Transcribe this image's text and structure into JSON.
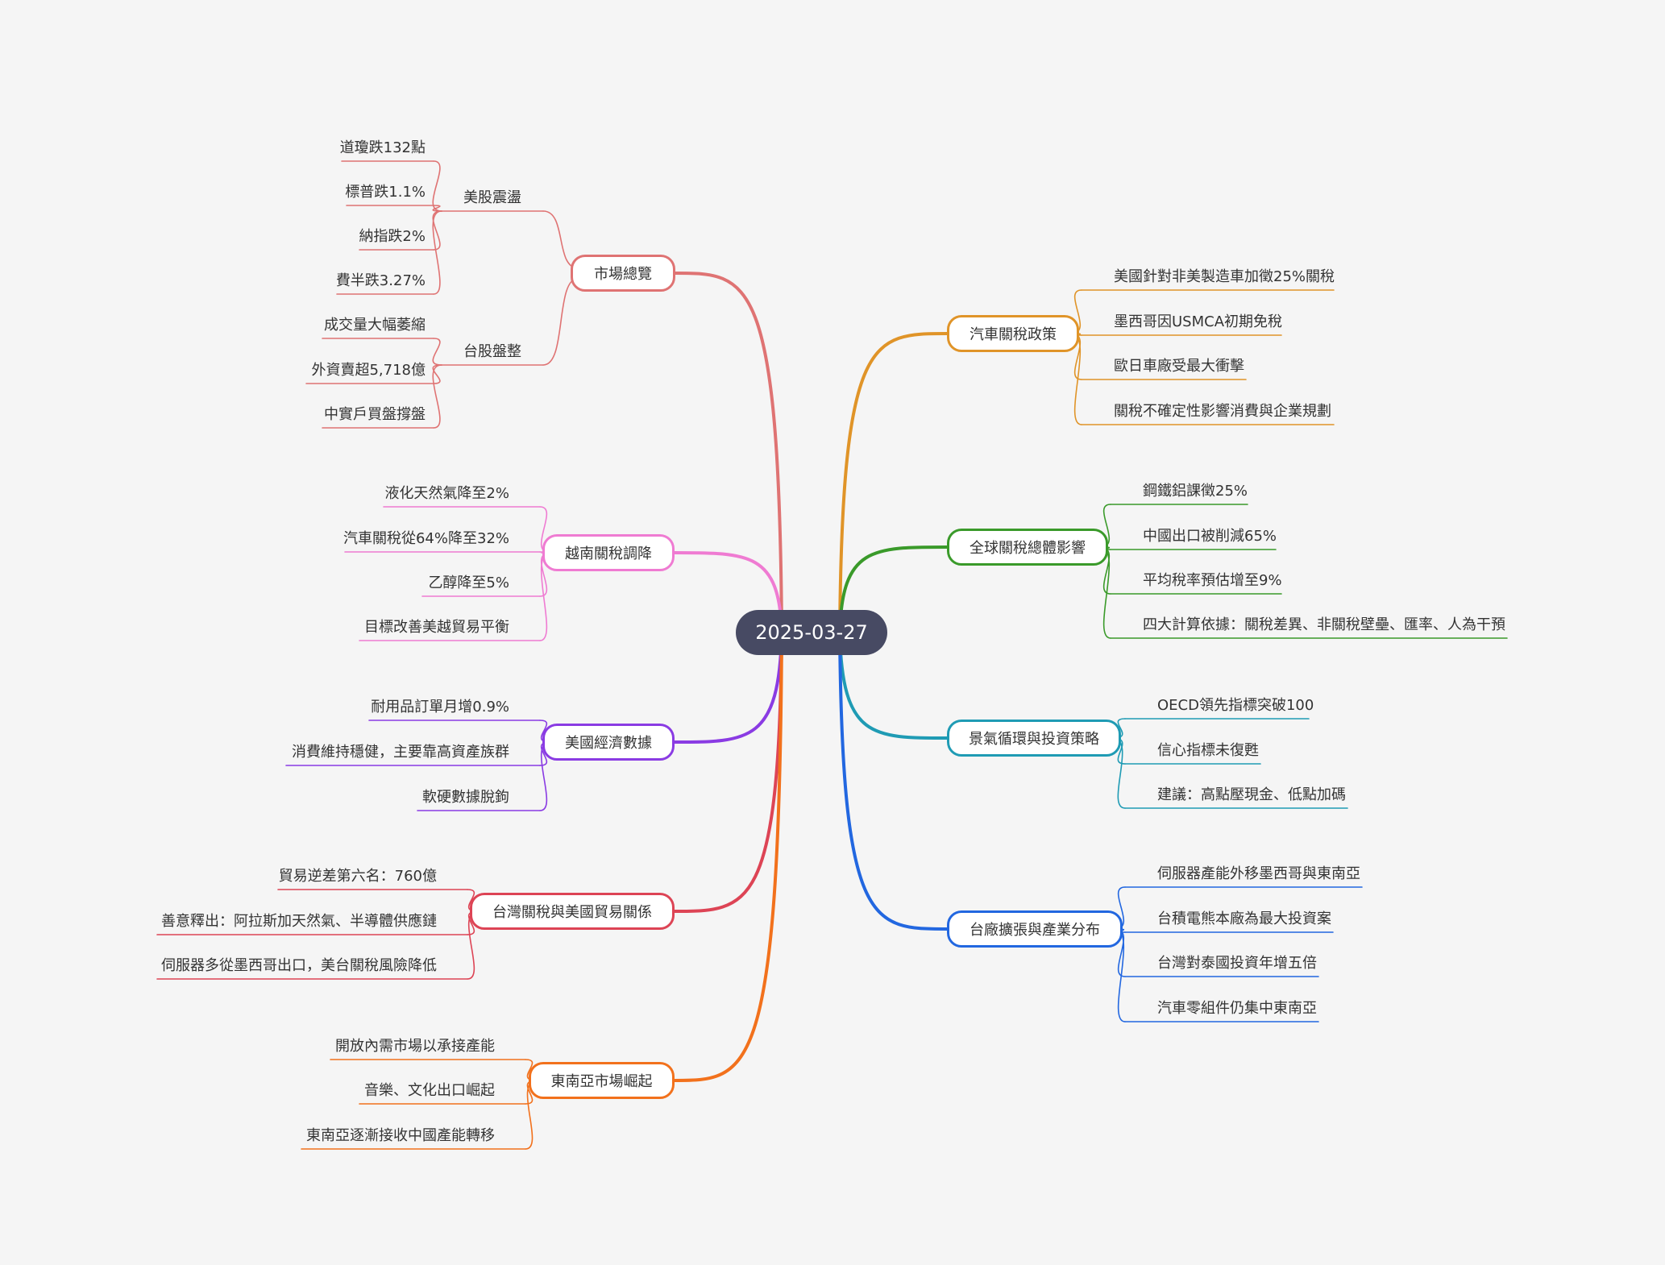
{
  "root": {
    "label": "2025-03-27"
  },
  "branches": [
    {
      "key": "b1",
      "label": "市場總覽",
      "color": "#df7373",
      "subs": [
        {
          "label": "美股震盪",
          "leaves": [
            "道瓊跌132點",
            "標普跌1.1%",
            "納指跌2%",
            "費半跌3.27%"
          ]
        },
        {
          "label": "台股盤整",
          "leaves": [
            "成交量大幅萎縮",
            "外資賣超5,718億",
            "中實戶買盤撐盤"
          ]
        }
      ]
    },
    {
      "key": "b2",
      "label": "越南關稅調降",
      "color": "#ef7bd2",
      "leaves": [
        "液化天然氣降至2%",
        "汽車關稅從64%降至32%",
        "乙醇降至5%",
        "目標改善美越貿易平衡"
      ]
    },
    {
      "key": "b3",
      "label": "美國經濟數據",
      "color": "#8a3be3",
      "leaves": [
        "耐用品訂單月增0.9%",
        "消費維持穩健，主要靠高資產族群",
        "軟硬數據脫鉤"
      ]
    },
    {
      "key": "b4",
      "label": "台灣關稅與美國貿易關係",
      "color": "#dd4455",
      "leaves": [
        "貿易逆差第六名：760億",
        "善意釋出：阿拉斯加天然氣、半導體供應鏈",
        "伺服器多從墨西哥出口，美台關稅風險降低"
      ]
    },
    {
      "key": "b5",
      "label": "東南亞市場崛起",
      "color": "#f2711c",
      "leaves": [
        "開放內需市場以承接產能",
        "音樂、文化出口崛起",
        "東南亞逐漸接收中國產能轉移"
      ]
    },
    {
      "key": "b6",
      "label": "汽車關稅政策",
      "color": "#e09428",
      "leaves": [
        "美國針對非美製造車加徵25%關稅",
        "墨西哥因USMCA初期免稅",
        "歐日車廠受最大衝擊",
        "關稅不確定性影響消費與企業規劃"
      ]
    },
    {
      "key": "b7",
      "label": "全球關稅總體影響",
      "color": "#3a9a2a",
      "leaves": [
        "鋼鐵鋁課徵25%",
        "中國出口被削減65%",
        "平均稅率預估增至9%",
        "四大計算依據：關稅差異、非關稅壁壘、匯率、人為干預"
      ]
    },
    {
      "key": "b8",
      "label": "景氣循環與投資策略",
      "color": "#1f9bb4",
      "leaves": [
        "OECD領先指標突破100",
        "信心指標未復甦",
        "建議：高點壓現金、低點加碼"
      ]
    },
    {
      "key": "b9",
      "label": "台廠擴張與產業分布",
      "color": "#2267e0",
      "leaves": [
        "伺服器產能外移墨西哥與東南亞",
        "台積電熊本廠為最大投資案",
        "台灣對泰國投資年增五倍",
        "汽車零組件仍集中東南亞"
      ]
    }
  ]
}
